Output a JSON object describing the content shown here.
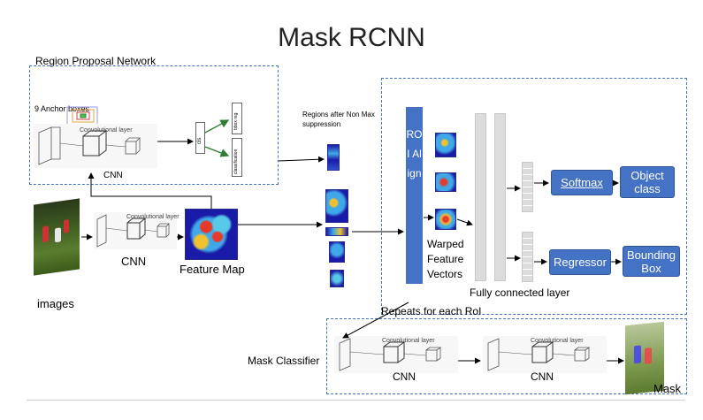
{
  "title": "Mask RCNN",
  "rpn": {
    "label": "Region Proposal Network",
    "anchor_label": "9 Anchor boxes",
    "cnn_label": "CNN",
    "conv_layer_text": "Convolutional layer",
    "bbox_reg_text": "bbox reg",
    "classification_text": "classification",
    "cls_text": "cls"
  },
  "regions_label": "Regions after Non Max suppression",
  "images_label": "images",
  "main_cnn_label": "CNN",
  "feature_map_label": "Feature Map",
  "roi_align_label": "ROI Align",
  "warped_label": "Warped Feature Vectors",
  "fc_label": "Fully connected layer",
  "softmax_label": "Softmax",
  "object_class_label": "Object class",
  "regressor_label": "Regressor",
  "bounding_box_label": "Bounding Box",
  "repeats_label": "Repeats for each RoI",
  "mask_classifier_label": "Mask Classifier",
  "mask_cnn1_label": "CNN",
  "mask_cnn2_label": "CNN",
  "mask_label": "Mask",
  "colors": {
    "accent_blue": "#4472c4",
    "dash_blue": "#4472c4",
    "fc_gray": "#dcdcdc",
    "heat_dark": "#1a1aa8",
    "heat_mid": "#3fa8e8",
    "heat_hot": "#e8382a"
  }
}
